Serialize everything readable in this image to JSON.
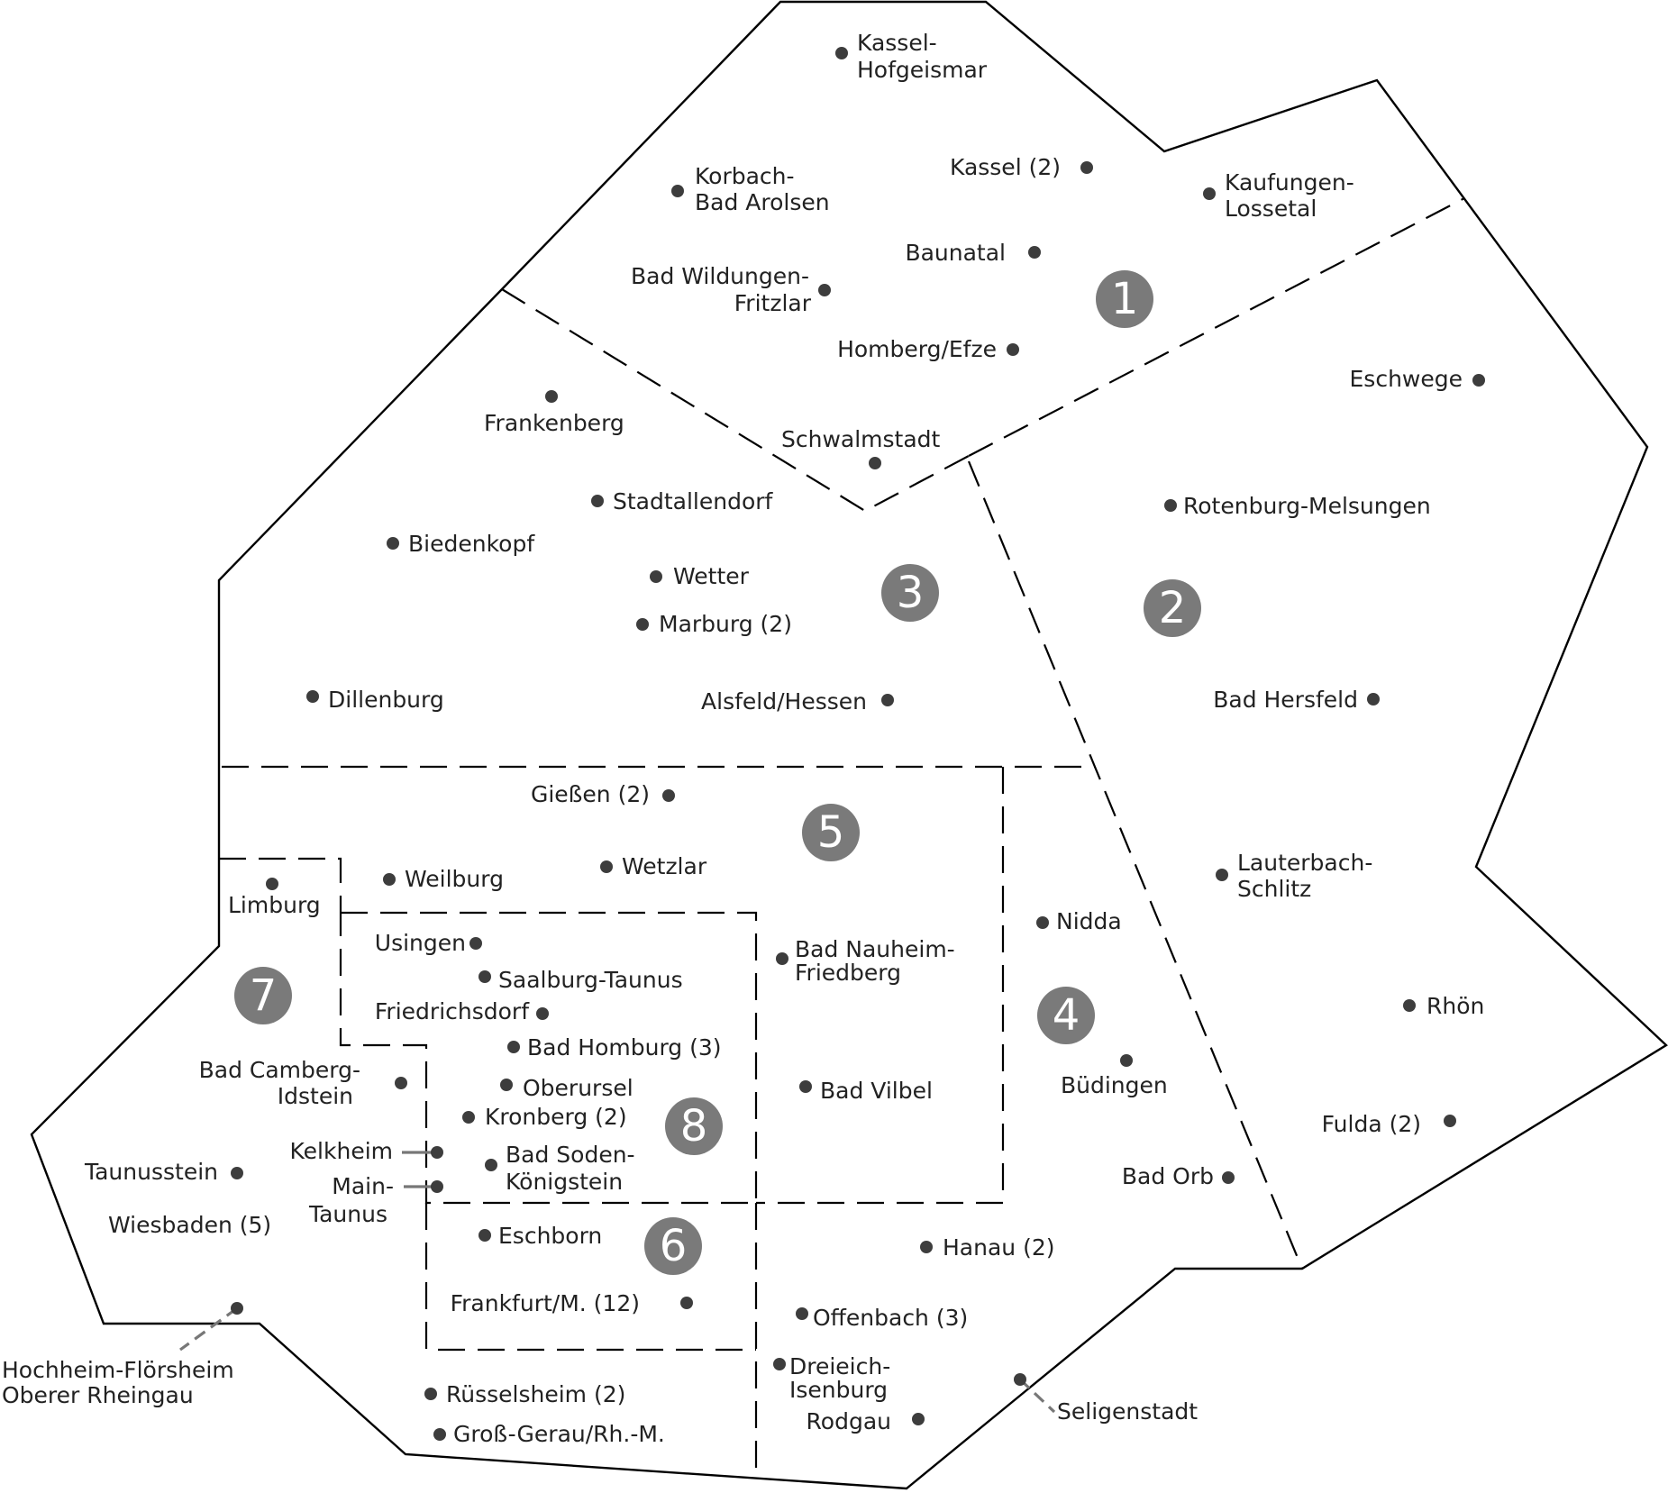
{
  "map": {
    "title": "Hessen regional map",
    "colors": {
      "outline": "#000000",
      "dot": "#3d3d3d",
      "badge": "#7a7a7a",
      "leader": "#777777"
    },
    "regions": [
      "1",
      "2",
      "3",
      "4",
      "5",
      "6",
      "7",
      "8"
    ],
    "places": {
      "kassel_hofgeismar": {
        "line1": "Kassel-",
        "line2": "Hofgeismar"
      },
      "kassel": "Kassel (2)",
      "korbach": {
        "line1": "Korbach-",
        "line2": "Bad Arolsen"
      },
      "kaufungen": {
        "line1": "Kaufungen-",
        "line2": "Lossetal"
      },
      "baunatal": "Baunatal",
      "bad_wildungen": {
        "line1": "Bad Wildungen-",
        "line2": "Fritzlar"
      },
      "homberg": "Homberg/Efze",
      "eschwege": "Eschwege",
      "frankenberg": "Frankenberg",
      "schwalmstadt": "Schwalmstadt",
      "stadtallendorf": "Stadtallendorf",
      "rotenburg": "Rotenburg-Melsungen",
      "biedenkopf": "Biedenkopf",
      "wetter": "Wetter",
      "marburg": "Marburg (2)",
      "dillenburg": "Dillenburg",
      "alsfeld": "Alsfeld/Hessen",
      "bad_hersfeld": "Bad Hersfeld",
      "giessen": "Gießen (2)",
      "weilburg": "Weilburg",
      "wetzlar": "Wetzlar",
      "limburg": "Limburg",
      "lauterbach": {
        "line1": "Lauterbach-",
        "line2": "Schlitz"
      },
      "nidda": "Nidda",
      "usingen": "Usingen",
      "saalburg": "Saalburg-Taunus",
      "bad_nauheim": {
        "line1": "Bad Nauheim-",
        "line2": "Friedberg"
      },
      "friedrichsdorf": "Friedrichsdorf",
      "rhoen": "Rhön",
      "bad_homburg": "Bad Homburg (3)",
      "bad_camberg": {
        "line1": "Bad Camberg-",
        "line2": "Idstein"
      },
      "oberursel": "Oberursel",
      "bad_vilbel": "Bad Vilbel",
      "buedingen": "Büdingen",
      "kronberg": "Kronberg (2)",
      "fulda": "Fulda (2)",
      "kelkheim": "Kelkheim",
      "bad_soden": {
        "line1": "Bad Soden-",
        "line2": "Königstein"
      },
      "taunusstein": "Taunusstein",
      "main_taunus": {
        "line1": "Main-",
        "line2": "Taunus"
      },
      "bad_orb": "Bad Orb",
      "wiesbaden": "Wiesbaden (5)",
      "eschborn": "Eschborn",
      "hanau": "Hanau (2)",
      "frankfurt": "Frankfurt/M. (12)",
      "offenbach": "Offenbach (3)",
      "hochheim": {
        "line1": "Hochheim-Flörsheim",
        "line2": "Oberer Rheingau"
      },
      "dreieich": {
        "line1": "Dreieich-",
        "line2": "Isenburg"
      },
      "seligenstadt": "Seligenstadt",
      "ruesselsheim": "Rüsselsheim (2)",
      "rodgau": "Rodgau",
      "gross_gerau": "Groß-Gerau/Rh.-M."
    }
  }
}
